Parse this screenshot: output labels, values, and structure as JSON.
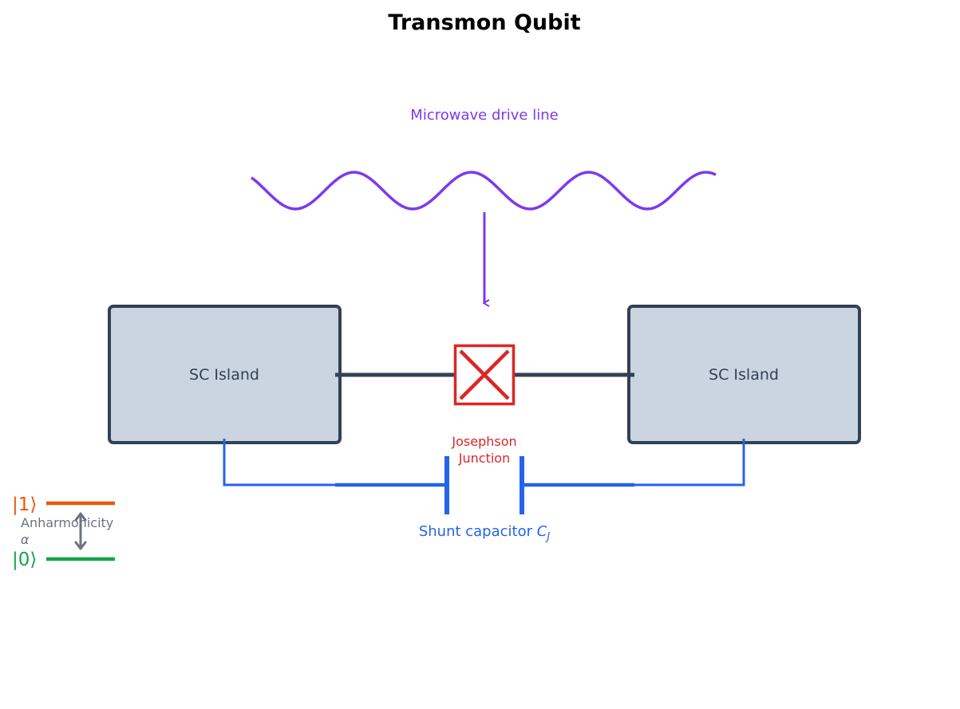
{
  "title": "Transmon Qubit",
  "drive": {
    "label": "Microwave drive line",
    "color": "#7c3aed"
  },
  "islands": {
    "left_label": "SC Island",
    "right_label": "SC Island",
    "fill": "#cbd5e1",
    "stroke": "#334155"
  },
  "junction": {
    "label_line1": "Josephson",
    "label_line2": "Junction",
    "color": "#dc2626"
  },
  "capacitor": {
    "label_prefix": "Shunt capacitor ",
    "label_symbol": "C",
    "label_subscript": "J",
    "color": "#2563eb"
  },
  "levels": {
    "excited": {
      "label": "|1⟩",
      "color": "#ea580c"
    },
    "ground": {
      "label": "|0⟩",
      "color": "#16a34a"
    },
    "anharmonicity_label": "Anharmonicity",
    "alpha_symbol": "α",
    "arrow_color": "#6b7280"
  }
}
